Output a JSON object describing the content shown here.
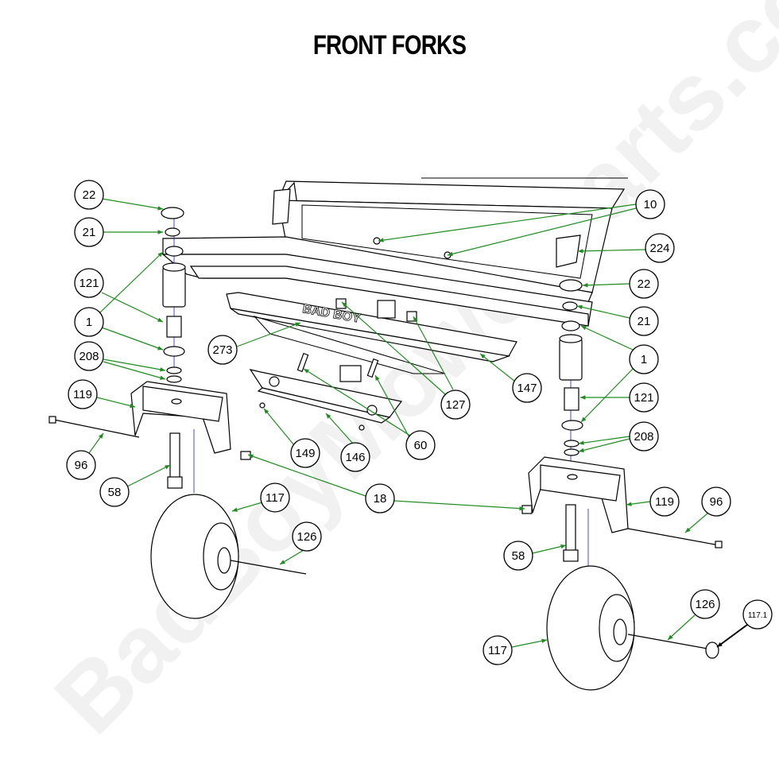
{
  "title": "FRONT FORKS",
  "watermark": "BadBoyMowerParts.com",
  "colors": {
    "leader": "#1e8c1e",
    "centerline": "#1a1ad6",
    "callout_fill": "#ffffff"
  },
  "callouts": [
    {
      "id": "c22a",
      "label": "22"
    },
    {
      "id": "c21a",
      "label": "21"
    },
    {
      "id": "c121a",
      "label": "121"
    },
    {
      "id": "c1a",
      "label": "1"
    },
    {
      "id": "c208a",
      "label": "208"
    },
    {
      "id": "c119a",
      "label": "119"
    },
    {
      "id": "c96a",
      "label": "96"
    },
    {
      "id": "c58a",
      "label": "58"
    },
    {
      "id": "c117a",
      "label": "117"
    },
    {
      "id": "c126a",
      "label": "126"
    },
    {
      "id": "c273",
      "label": "273"
    },
    {
      "id": "c149",
      "label": "149"
    },
    {
      "id": "c146",
      "label": "146"
    },
    {
      "id": "c60",
      "label": "60"
    },
    {
      "id": "c18",
      "label": "18"
    },
    {
      "id": "c127",
      "label": "127"
    },
    {
      "id": "c147",
      "label": "147"
    },
    {
      "id": "c10",
      "label": "10"
    },
    {
      "id": "c224",
      "label": "224"
    },
    {
      "id": "c22b",
      "label": "22"
    },
    {
      "id": "c21b",
      "label": "21"
    },
    {
      "id": "c1b",
      "label": "1"
    },
    {
      "id": "c121b",
      "label": "121"
    },
    {
      "id": "c208b",
      "label": "208"
    },
    {
      "id": "c119b",
      "label": "119"
    },
    {
      "id": "c96b",
      "label": "96"
    },
    {
      "id": "c58b",
      "label": "58"
    },
    {
      "id": "c126b",
      "label": "126"
    },
    {
      "id": "c117b",
      "label": "117"
    },
    {
      "id": "c1171",
      "label": "117.1"
    }
  ],
  "bumper_logo": "BAD BOY"
}
